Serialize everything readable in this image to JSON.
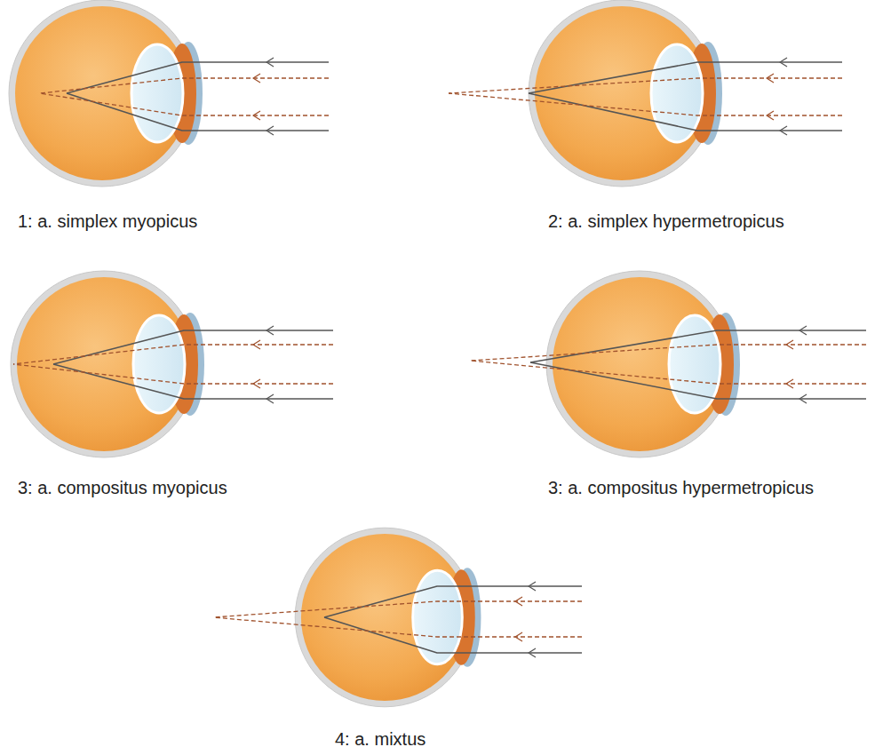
{
  "diagram": {
    "labels": [
      "1: a. simplex myopicus",
      "2: a. simplex hypermetropicus",
      "3: a. compositus myopicus",
      "3: a. compositus hypermetropicus",
      "4: a. mixtus"
    ]
  }
}
